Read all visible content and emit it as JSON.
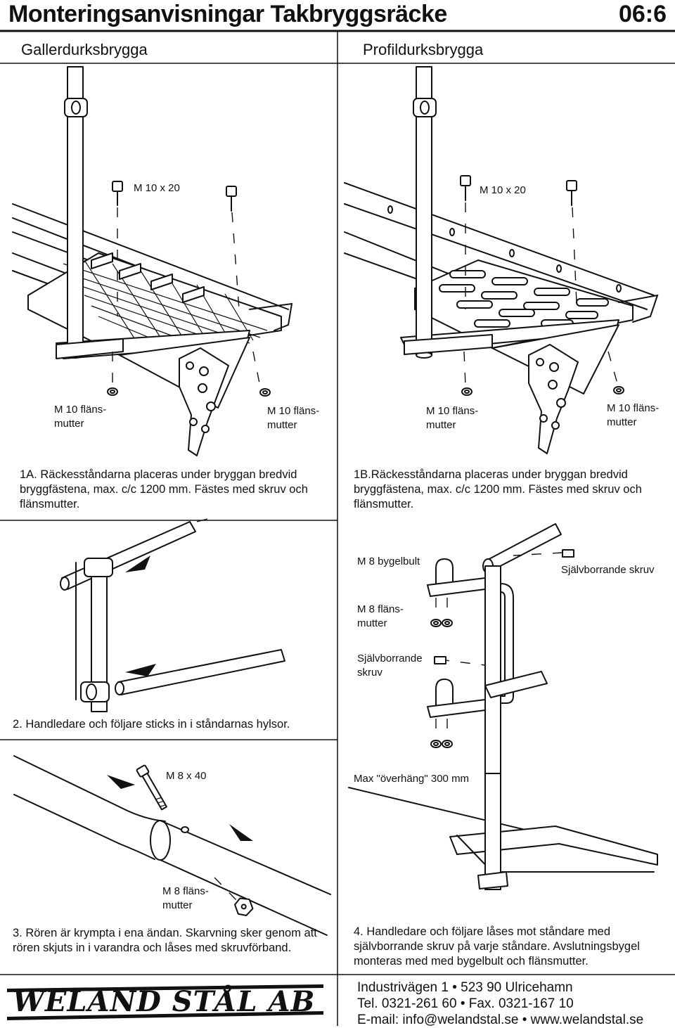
{
  "header": {
    "title": "Monteringsanvisningar Takbryggsräcke",
    "page_code": "06:6",
    "left_heading": "Gallerdurksbrygga",
    "right_heading": "Profildurksbrygga"
  },
  "panel_1a": {
    "bolt_label": "M 10 x 20",
    "nut_left": "M 10 fläns-\nmutter",
    "nut_right": "M 10 fläns-\nmutter",
    "caption": "1A. Räckesståndarna placeras under bryggan bredvid bryggfästena, max. c/c 1200 mm. Fästes med skruv och flänsmutter."
  },
  "panel_1b": {
    "bolt_label": "M 10 x 20",
    "nut_left": "M 10 fläns-\nmutter",
    "nut_right": "M 10 fläns-\nmutter",
    "caption": "1B.Räckesståndarna placeras under bryggan bredvid bryggfästena, max. c/c 1200 mm. Fästes med skruv och flänsmutter."
  },
  "panel_2": {
    "caption": "2. Handledare och följare sticks in i ståndarnas hylsor."
  },
  "panel_2r": {
    "u_bolt": "M 8 bygelbult",
    "self_drill_top": "Självborrande skruv",
    "nut": "M 8 fläns-\nmutter",
    "self_drill_mid": "Självborrande\nskruv"
  },
  "panel_3": {
    "bolt": "M 8 x 40",
    "nut": "M 8 fläns-\nmutter",
    "caption": "3. Rören är krympta i ena ändan. Skarvning sker genom att rören skjuts in i varandra och låses med skruvförband."
  },
  "panel_4": {
    "overhang": "Max \"överhäng\" 300 mm",
    "caption": "4. Handledare och följare låses mot ståndare med självborrande skruv på varje ståndare. Avslutningsbygel monteras med med bygelbult och flänsmutter."
  },
  "footer": {
    "logo_text": "WELAND STÅL AB",
    "address_line": "Industrivägen 1 • 523 90 Ulricehamn",
    "phone_line": "Tel. 0321-261 60 • Fax. 0321-167 10",
    "web_line": "E-mail: info@welandstal.se • www.welandstal.se"
  }
}
